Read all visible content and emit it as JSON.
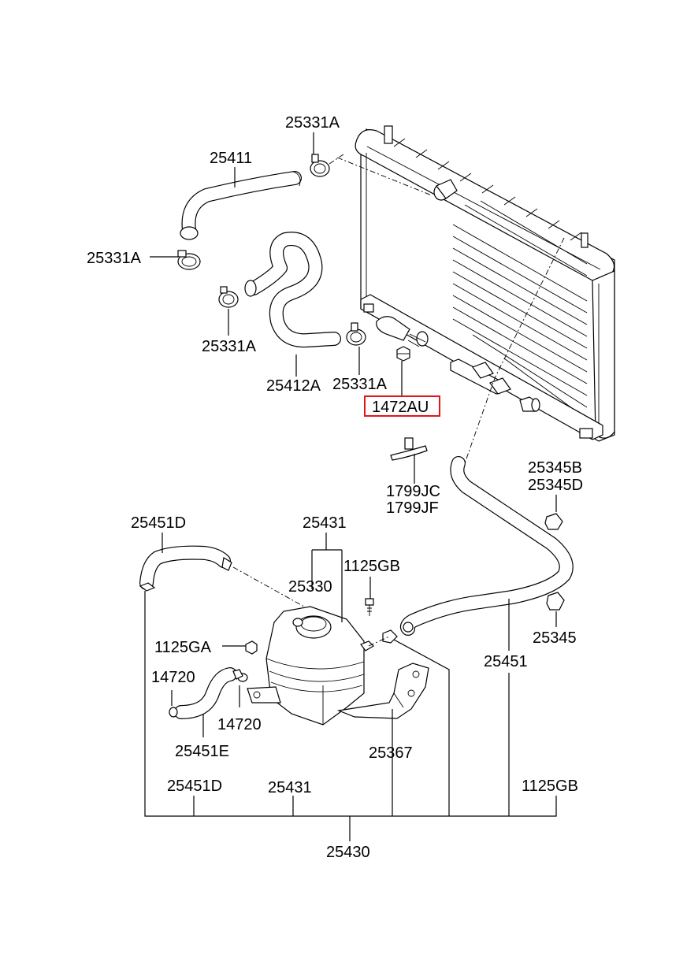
{
  "colors": {
    "line": "#000000",
    "background": "#ffffff",
    "highlight": "#e0161b"
  },
  "labels": {
    "l25331a_top": "25331A",
    "l25411": "25411",
    "l25331a_left": "25331A",
    "l25331a_mid": "25331A",
    "l25412a": "25412A",
    "l25331a_low": "25331A",
    "l1472au": "1472AU",
    "l1799jc": "1799JC",
    "l1799jf": "1799JF",
    "l25345b": "25345B",
    "l25345d": "25345D",
    "l25345": "25345",
    "l25451d_top": "25451D",
    "l25431_top": "25431",
    "l1125gb_top": "1125GB",
    "l25330": "25330",
    "l1125ga": "1125GA",
    "l14720_a": "14720",
    "l14720_b": "14720",
    "l25451e": "25451E",
    "l25451": "25451",
    "l25367": "25367",
    "l25451d_bottom": "25451D",
    "l25431_bottom": "25431",
    "l1125gb_bottom": "1125GB",
    "l25430": "25430"
  },
  "highlighted_part": "1472AU"
}
